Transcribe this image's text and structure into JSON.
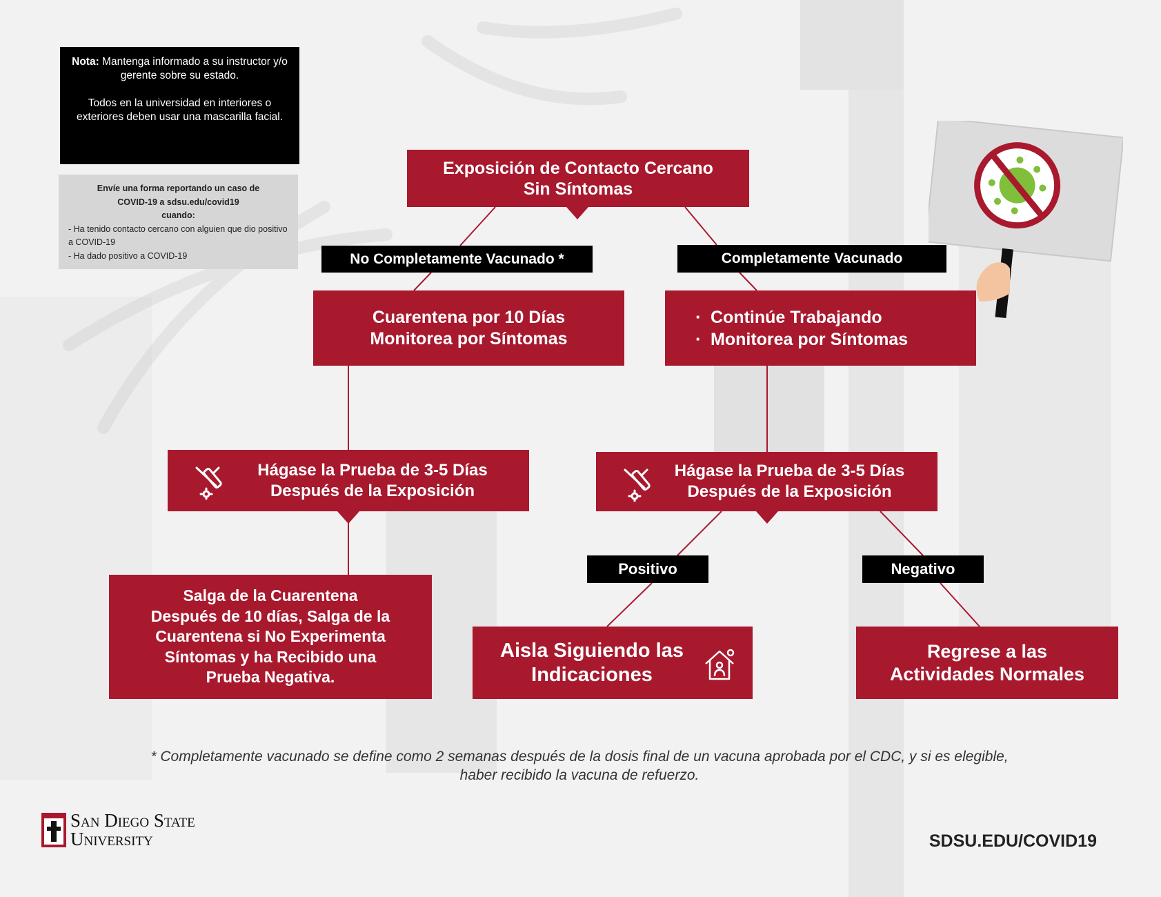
{
  "note": {
    "label": "Nota:",
    "text": " Mantenga informado a su instructor y/o gerente sobre su estado.",
    "masks": "Todos en la universidad en interiores o exteriores deben usar una mascarilla facial."
  },
  "report": {
    "title_line1": "Envíe una forma reportando un caso de",
    "title_line2": "COVID-19 a sdsu.edu/covid19",
    "title_line3": "cuando:",
    "items": [
      "- Ha tenido contacto cercano con alguien que dio positivo a  COVID-19",
      "- Ha dado positivo a COVID-19"
    ]
  },
  "flow": {
    "root_line1": "Exposición de Contacto Cercano",
    "root_line2": "Sin Síntomas",
    "branch_not_vaccinated": "No Completamente Vacunado *",
    "branch_vaccinated": "Completamente Vacunado",
    "quarantine_line1": "Cuarentena por 10 Días",
    "quarantine_line2": "Monitorea por Síntomas",
    "continue_items": [
      "Continúe Trabajando",
      "Monitorea por Síntomas"
    ],
    "test_left_line1": "Hágase la Prueba de 3-5 Días",
    "test_left_line2": "Después de la Exposición",
    "test_right_line1": "Hágase la Prueba de 3-5 Días",
    "test_right_line2": "Después de la Exposición",
    "positive": "Positivo",
    "negative": "Negativo",
    "exit_quarantine": [
      "Salga de la Cuarentena",
      "Después de 10 días, Salga de la",
      "Cuarentena si No Experimenta",
      "Síntomas y ha Recibido una",
      "Prueba Negativa."
    ],
    "isolate_line1": "Aisla Siguiendo las",
    "isolate_line2": "Indicaciones",
    "return_line1": "Regrese a las",
    "return_line2": "Actividades Normales"
  },
  "footnote": "* Completamente vacunado se define como 2 semanas después de la dosis final de un vacuna aprobada por el CDC, y si es elegible, haber recibido la vacuna de refuerzo.",
  "logo": {
    "line1": "San Diego State",
    "line2": "University"
  },
  "url": "SDSU.EDU/COVID19",
  "colors": {
    "accent_red": "#a8192e",
    "label_black": "#000000",
    "connector": "#a8192e"
  },
  "icons": [
    "test-swab-icon",
    "house-icon",
    "no-virus-sign-icon",
    "sdsu-logo-mark-icon"
  ]
}
